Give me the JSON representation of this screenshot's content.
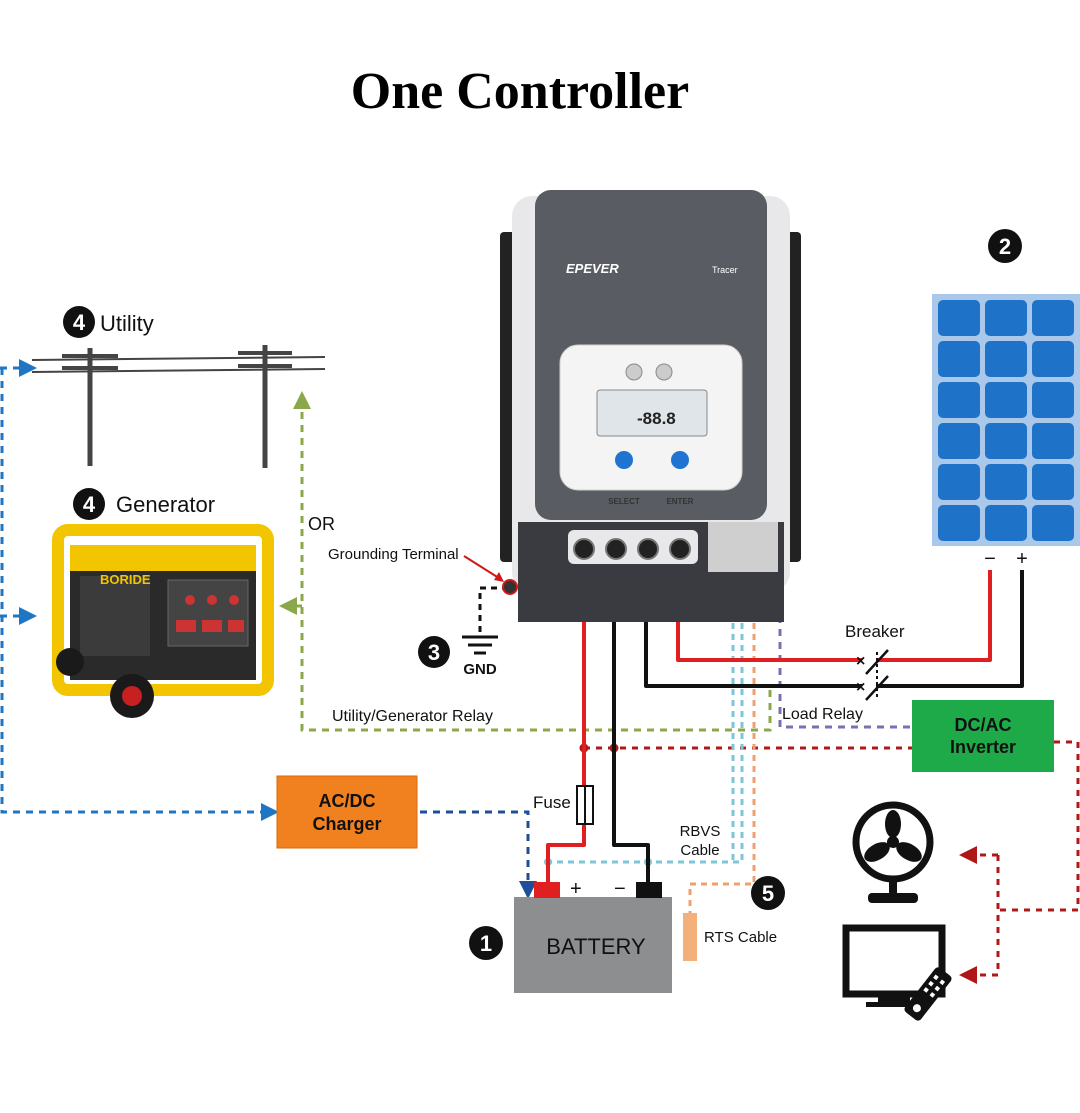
{
  "title": "One Controller",
  "controller": {
    "brand": "EPEVER",
    "model": "Tracer",
    "lcd_digits": "-88.8",
    "select_label": "SELECT",
    "enter_label": "ENTER"
  },
  "markers": {
    "battery_num": "1",
    "pv_num": "2",
    "gnd_num": "3",
    "utility_num": "4",
    "generator_num": "4",
    "rts_num": "5"
  },
  "labels": {
    "utility": "Utility",
    "generator": "Generator",
    "generator_brand": "BORIDE",
    "or": "OR",
    "grounding_terminal": "Grounding Terminal",
    "gnd": "GND",
    "breaker": "Breaker",
    "load_relay": "Load Relay",
    "utility_generator_relay": "Utility/Generator Relay",
    "fuse": "Fuse",
    "rbvs_line1": "RBVS",
    "rbvs_line2": "Cable",
    "rts_cable": "RTS Cable",
    "battery": "BATTERY",
    "battery_plus": "+",
    "battery_minus": "−",
    "pv_minus": "−",
    "pv_plus": "+"
  },
  "boxes": {
    "acdc_line1": "AC/DC",
    "acdc_line2": "Charger",
    "dcac_line1": "DC/AC",
    "dcac_line2": "Inverter"
  },
  "colors": {
    "red_wire": "#e02020",
    "black_wire": "#111111",
    "blue_dash": "#1f77c4",
    "green_dash": "#8aa84a",
    "darkred_dash": "#b01818",
    "cyan_dash": "#7cc6d8",
    "orange_dash": "#f0a070",
    "purple_dash": "#7a6fb0",
    "charger_box": "#f0811e",
    "inverter_box": "#1faa4a",
    "panel_cell": "#1e72c8",
    "panel_frame": "#a9c8ea",
    "controller_body": "#5a5c63",
    "generator_yellow": "#f2c500"
  }
}
